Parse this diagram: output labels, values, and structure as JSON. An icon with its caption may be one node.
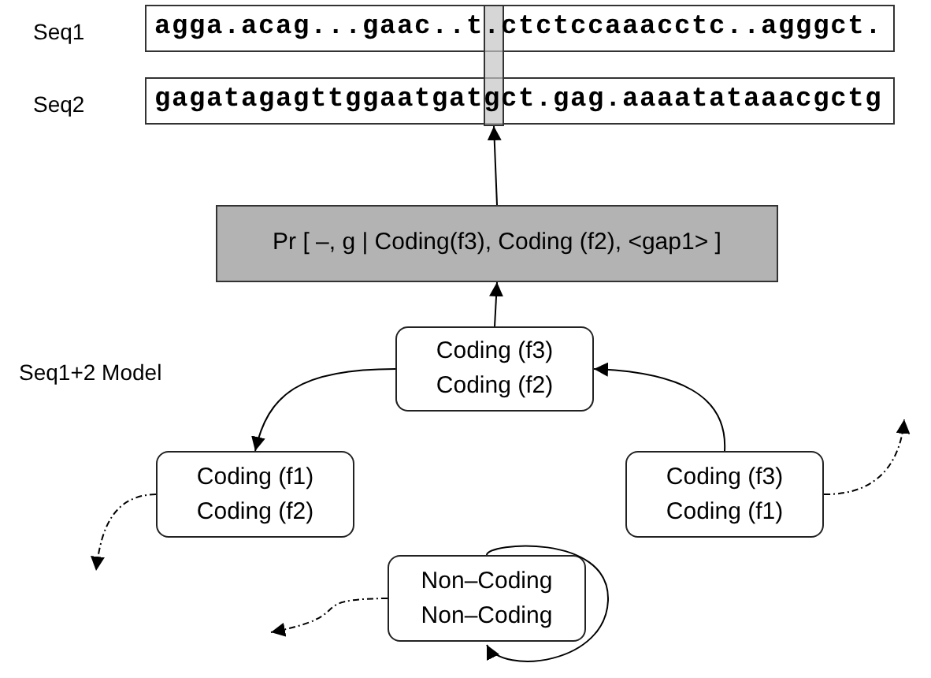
{
  "diagram": {
    "nodes": [
      {
        "text": [
          "agga.acag...gaac..t.ctctccaaacctc..agggct."
        ],
        "beside": [
          "Seq1"
        ]
      },
      {
        "text": [
          "gagatagagttggaatgatgct.gag.aaaatataaacgctg"
        ],
        "beside": [
          "Seq2"
        ]
      },
      {
        "text": [],
        "shape": "bar"
      },
      {
        "text": [
          "Pr [ –, g | Coding(f3), Coding (f2), <gap1> ]"
        ]
      },
      {
        "text": [
          "Coding (f3)",
          "Coding (f2)"
        ]
      },
      {
        "text": [
          "Coding (f1)",
          "Coding (f2)"
        ]
      },
      {
        "text": [
          "Coding (f3)",
          "Coding (f1)"
        ]
      },
      {
        "text": [
          "Non–Coding",
          "Non–Coding"
        ]
      }
    ],
    "edges": [
      {
        "from": 3,
        "to": 2,
        "arrow": "to"
      },
      {
        "from": 4,
        "to": 3,
        "arrow": "to"
      },
      {
        "from": 4,
        "to": 5,
        "arrow": "to"
      },
      {
        "from": 6,
        "to": 4,
        "arrow": "to"
      },
      {
        "from": 5,
        "to": null,
        "arrow": "to",
        "style": "dashed"
      },
      {
        "from": 6,
        "to": null,
        "arrow": "to",
        "style": "dashed"
      },
      {
        "from": 7,
        "to": null,
        "arrow": "to",
        "style": "dashed"
      },
      {
        "from": 7,
        "to": 7,
        "arrow": "to"
      }
    ],
    "labels": [
      "Seq1+2 Model"
    ]
  }
}
